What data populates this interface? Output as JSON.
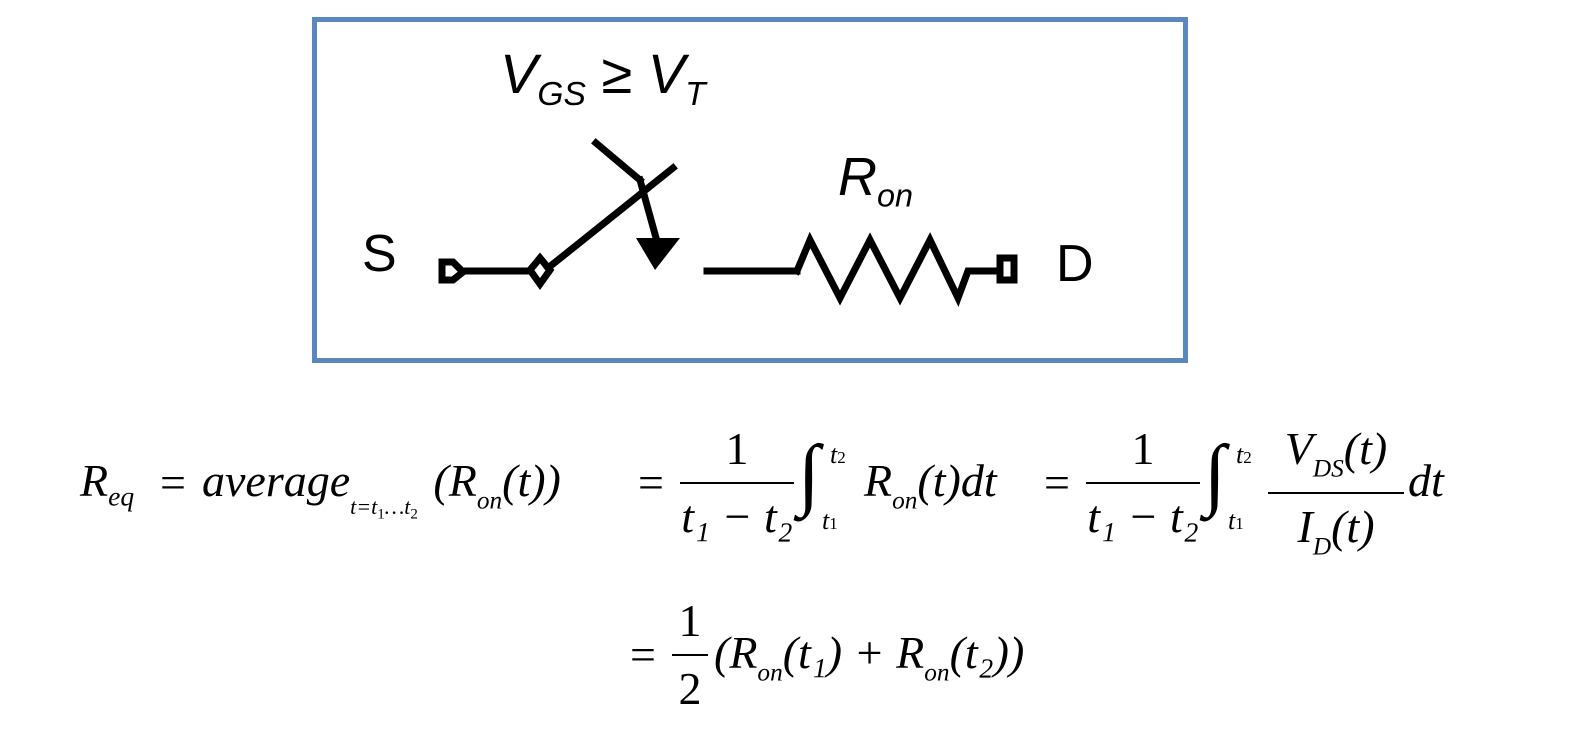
{
  "diagram": {
    "condition": {
      "v": "V",
      "gs": "GS",
      "ge": "≥",
      "vt": "V",
      "t": "T"
    },
    "source_label": "S",
    "drain_label": "D",
    "resistor_label": {
      "r": "R",
      "on": "on"
    },
    "colors": {
      "frame": "#5b87bf",
      "ink": "#000000"
    }
  },
  "equation": {
    "line1": {
      "lhs_R": "R",
      "lhs_sub": "eq",
      "eq1": "=",
      "avg_word": "average",
      "avg_sub": "t=t",
      "avg_sub_1": "1",
      "avg_sub_dots": "…t",
      "avg_sub_2": "2",
      "avg_arg": "(R",
      "avg_arg_sub": "on",
      "avg_arg_tail": "(t))",
      "eq2": "=",
      "frac1_num": "1",
      "frac1_den": "t₁ − t₂",
      "int_sym": "∫",
      "int_upper": "t",
      "int_upper_sub": "2",
      "int_lower": "t",
      "int_lower_sub": "1",
      "integrand1_R": "R",
      "integrand1_sub": "on",
      "integrand1_tail": "(t)dt",
      "eq3": "=",
      "frac2_num": "1",
      "frac2_den": "t₁ − t₂",
      "frac3_num_V": "V",
      "frac3_num_sub": "DS",
      "frac3_num_tail": "(t)",
      "frac3_den_I": "I",
      "frac3_den_sub": "D",
      "frac3_den_tail": "(t)",
      "dt": "dt"
    },
    "line2": {
      "eq": "=",
      "half_num": "1",
      "half_den": "2",
      "open": "(R",
      "r1_sub": "on",
      "r1_arg": "(t₁)",
      "plus": "+ R",
      "r2_sub": "on",
      "r2_arg": "(t₂))"
    }
  }
}
